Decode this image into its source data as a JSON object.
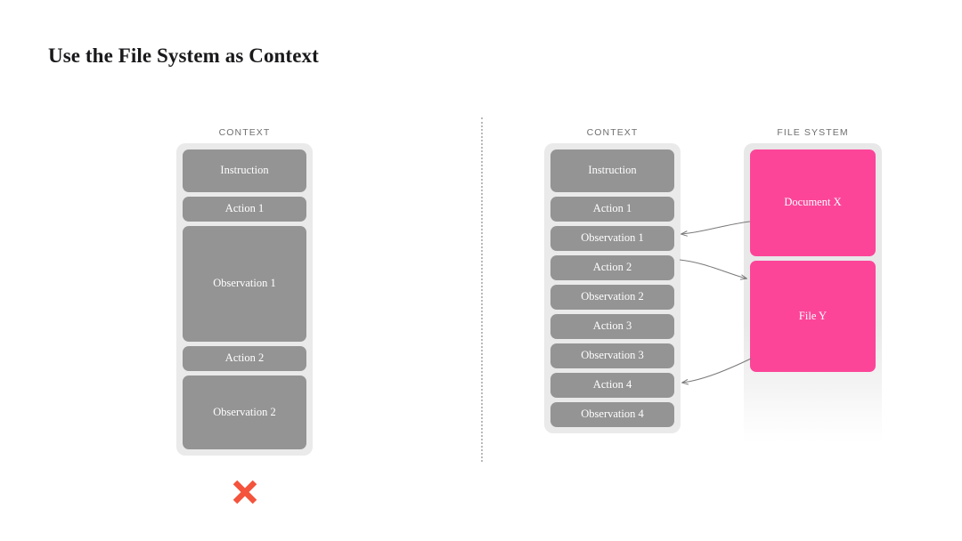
{
  "slide": {
    "title": "Use the File System as Context",
    "background_color": "#ffffff"
  },
  "colors": {
    "block_gray": "#949494",
    "container_gray": "#eaeaea",
    "accent_pink": "#fc4599",
    "cross_red": "#f4533c",
    "arrow_gray": "#7a7a7a",
    "header_text": "#6f6f6f",
    "title_text": "#19191c",
    "divider": "#b9b9b9"
  },
  "left_panel": {
    "header": "CONTEXT",
    "verdict_icon": "cross-icon",
    "blocks": [
      {
        "label": "Instruction",
        "height": 48
      },
      {
        "label": "Action 1",
        "height": 28
      },
      {
        "label": "Observation 1",
        "height": 130
      },
      {
        "label": "Action 2",
        "height": 28
      },
      {
        "label": "Observation 2",
        "height": 83
      }
    ]
  },
  "right_panel": {
    "header": "CONTEXT",
    "blocks": [
      {
        "label": "Instruction",
        "height": 48
      },
      {
        "label": "Action 1",
        "height": 28
      },
      {
        "label": "Observation 1",
        "height": 28
      },
      {
        "label": "Action 2",
        "height": 28
      },
      {
        "label": "Observation 2",
        "height": 28
      },
      {
        "label": "Action 3",
        "height": 28
      },
      {
        "label": "Observation 3",
        "height": 28
      },
      {
        "label": "Action 4",
        "height": 28
      },
      {
        "label": "Observation 4",
        "height": 28
      }
    ]
  },
  "file_system_panel": {
    "header": "FILE SYSTEM",
    "blocks": [
      {
        "label": "Document X",
        "height": 120
      },
      {
        "label": "File Y",
        "height": 125
      }
    ]
  },
  "arrows": [
    {
      "name": "document-x-to-observation-1",
      "from": "Document X",
      "to": "Observation 1",
      "direction": "left"
    },
    {
      "name": "action-2-to-file-y",
      "from": "Action 2",
      "to": "File Y",
      "direction": "right"
    },
    {
      "name": "file-y-to-action-4",
      "from": "File Y",
      "to": "Action 4",
      "direction": "left"
    }
  ]
}
